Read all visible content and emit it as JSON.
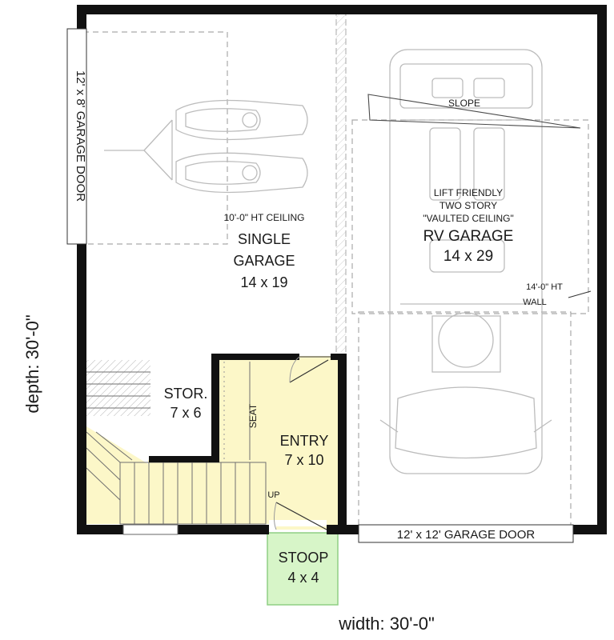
{
  "plan": {
    "dimension_width": "width: 30'-0\"",
    "dimension_depth": "depth: 30'-0\"",
    "single_garage": {
      "ceiling_note": "10'-0\" HT CEILING",
      "name_line1": "SINGLE",
      "name_line2": "GARAGE",
      "size": "14 x 19"
    },
    "rv_garage": {
      "note_line1": "LIFT FRIENDLY",
      "note_line2": "TWO STORY",
      "note_line3": "\"VAULTED CEILING\"",
      "name": "RV GARAGE",
      "size": "14 x 29",
      "slope_label": "SLOPE",
      "wall_note_line1": "14'-0\" HT",
      "wall_note_line2": "WALL"
    },
    "storage": {
      "name": "STOR.",
      "size": "7 x 6"
    },
    "entry": {
      "name": "ENTRY",
      "size": "7 x 10",
      "seat_label": "SEAT",
      "stair_label": "UP"
    },
    "stoop": {
      "name": "STOOP",
      "size": "4 x 4"
    },
    "side_garage_door": "12' x 8' GARAGE DOOR",
    "front_garage_door": "12' x 12' GARAGE DOOR",
    "colors": {
      "wall": "#111111",
      "entry_fill": "#fcf7c8",
      "stoop_fill": "#d7f5c8",
      "stoop_stroke": "#8fcf84",
      "ghost_stroke": "#bcbcbc"
    }
  }
}
